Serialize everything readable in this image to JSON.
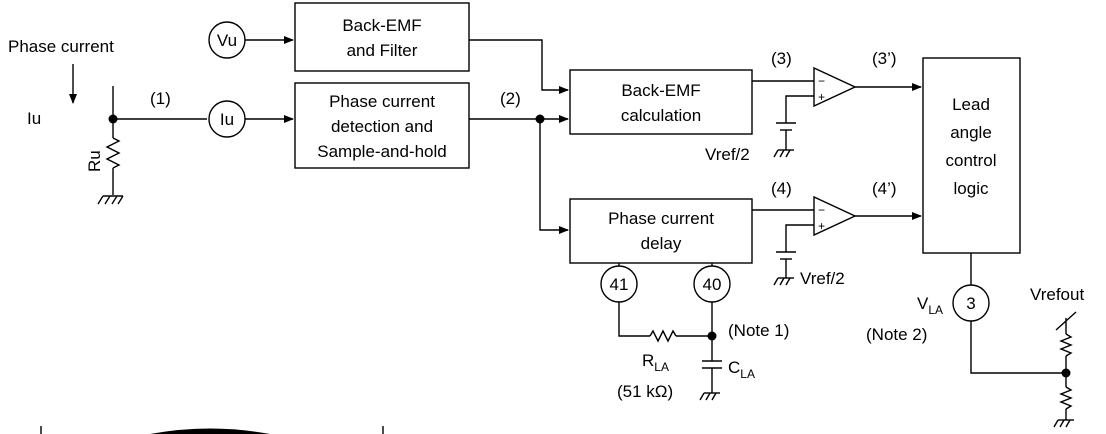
{
  "labels": {
    "phase_current": "Phase current",
    "iu": "Iu",
    "ru": "Ru",
    "node_1": "(1)",
    "node_2": "(2)",
    "node_3": "(3)",
    "node_3p": "(3’)",
    "node_4": "(4)",
    "node_4p": "(4’)",
    "vref_top": "Vref/2",
    "vref_bot": "Vref/2",
    "note1": "(Note 1)",
    "note2": "(Note 2)",
    "rla_main": "R",
    "rla_sub": "LA",
    "rla_value": "(51 kΩ)",
    "cla_main": "C",
    "cla_sub": "LA",
    "vla_main": "V",
    "vla_sub": "LA",
    "vrefout": "Vrefout"
  },
  "circles": {
    "vu": "Vu",
    "iu": "Iu",
    "pin41": "41",
    "pin40": "40",
    "pin3": "3"
  },
  "blocks": {
    "bemf_filter": [
      "Back-EMF",
      "and Filter"
    ],
    "phase_detect": [
      "Phase current",
      "detection and",
      "Sample-and-hold"
    ],
    "bemf_calc": [
      "Back-EMF",
      "calculation"
    ],
    "phase_delay": [
      "Phase current",
      "delay"
    ],
    "lead_angle": [
      "Lead",
      "angle",
      "control",
      "logic"
    ]
  },
  "comparator_signs": {
    "minus": "−",
    "plus": "+"
  }
}
